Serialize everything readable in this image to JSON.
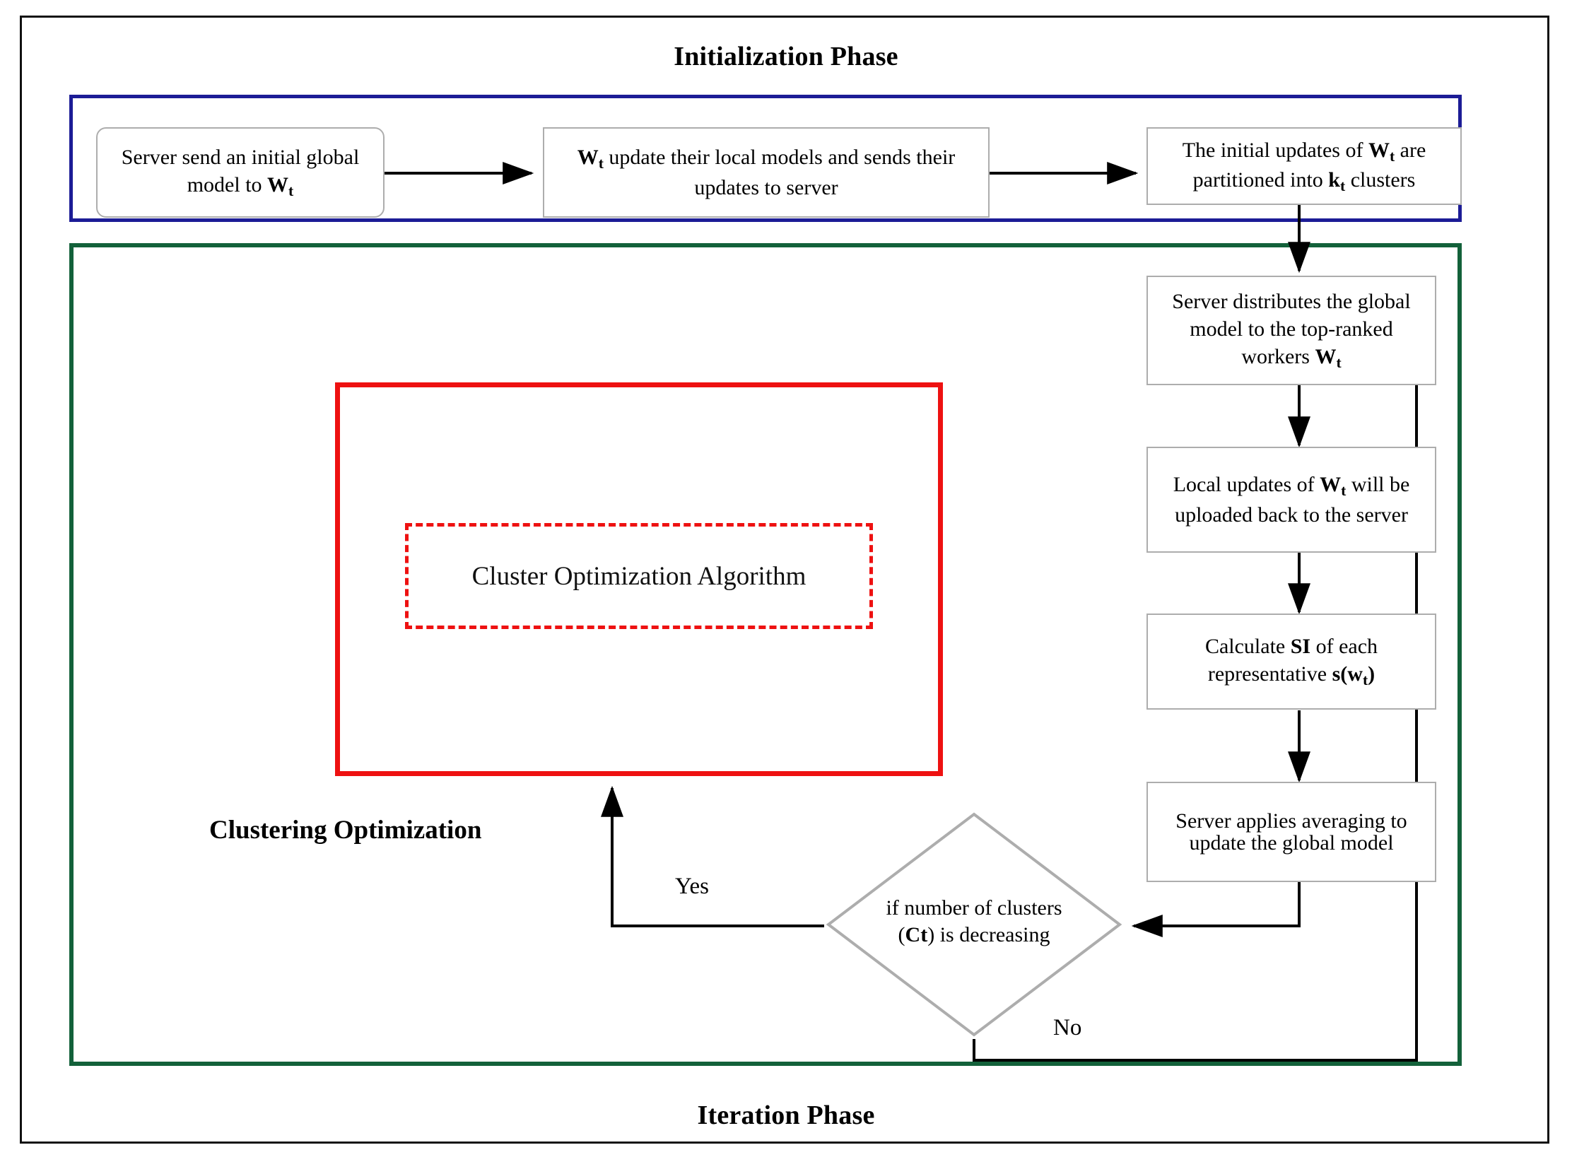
{
  "diagram": {
    "title_initialization": "Initialization Phase",
    "title_iteration": "Iteration Phase",
    "section_label_clustering": "Clustering Optimization",
    "algorithm_label": "Cluster Optimization Algorithm",
    "colors": {
      "initialization_border": "#1c1c96",
      "iteration_border": "#13613a",
      "algorithm_border": "#ee1111",
      "node_border": "#adadad",
      "frame_border": "#111111",
      "arrow": "#000000"
    },
    "init_nodes": [
      {
        "id": "init-1",
        "line1": "Server send an initial global",
        "line2": "model to Wt",
        "shape": "rounded-rect"
      },
      {
        "id": "init-2",
        "line1": "Wt update their local models and sends their",
        "line2": "updates to server",
        "shape": "rect"
      },
      {
        "id": "init-3",
        "line1": "The initial updates of Wt are",
        "line2": "partitioned into kt clusters",
        "shape": "rect"
      }
    ],
    "iter_nodes": [
      {
        "id": "iter-1",
        "line1": "Server distributes the global",
        "line2": "model to the top-ranked",
        "line3": "workers Wt",
        "shape": "rect"
      },
      {
        "id": "iter-2",
        "line1": "Local updates of Wt will be",
        "line2": "uploaded back to the server",
        "shape": "rect"
      },
      {
        "id": "iter-3",
        "line1": "Calculate SI of each",
        "line2": "representative s(wt)",
        "shape": "rect"
      },
      {
        "id": "iter-4",
        "line1": "Server applies averaging to",
        "line2": "update the global model",
        "shape": "rect"
      }
    ],
    "decision": {
      "id": "decision-clusters",
      "line1": "if number of clusters",
      "line2": "(Ct) is decreasing",
      "shape": "diamond",
      "branch_yes": "Yes",
      "branch_no": "No"
    }
  }
}
